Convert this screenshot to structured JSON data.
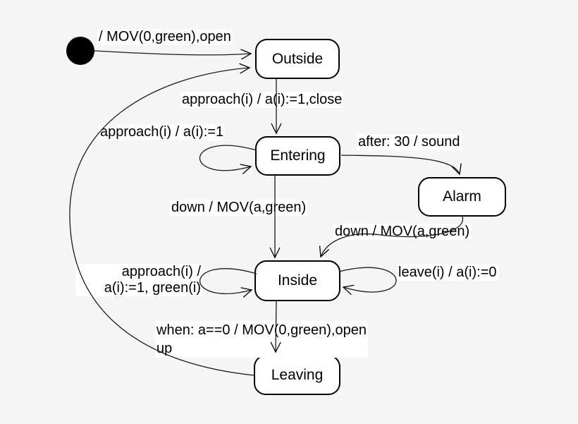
{
  "diagram": {
    "type": "uml-statechart",
    "background_color": "#f5f5f6",
    "state_fill_color": "#ffffff",
    "stroke_color": "#000000"
  },
  "states": {
    "outside": {
      "label": "Outside"
    },
    "entering": {
      "label": "Entering"
    },
    "alarm": {
      "label": "Alarm"
    },
    "inside": {
      "label": "Inside"
    },
    "leaving": {
      "label": "Leaving"
    }
  },
  "transitions": {
    "init_to_outside": {
      "label": "/ MOV(0,green),open"
    },
    "outside_to_entering": {
      "label": "approach(i) / a(i):=1,close"
    },
    "entering_self": {
      "label": "approach(i) / a(i):=1"
    },
    "entering_to_alarm": {
      "label": "after: 30 / sound"
    },
    "entering_to_inside": {
      "label": "down / MOV(a,green)"
    },
    "alarm_to_inside": {
      "label": "down / MOV(a,green)"
    },
    "inside_self_left": {
      "label_line1": "approach(i) /",
      "label_line2": "a(i):=1, green(i)"
    },
    "inside_self_right": {
      "label": "leave(i) / a(i):=0"
    },
    "inside_to_leaving": {
      "label_line1": "when: a==0 / MOV(0,green),open",
      "label_line2": "up"
    }
  }
}
